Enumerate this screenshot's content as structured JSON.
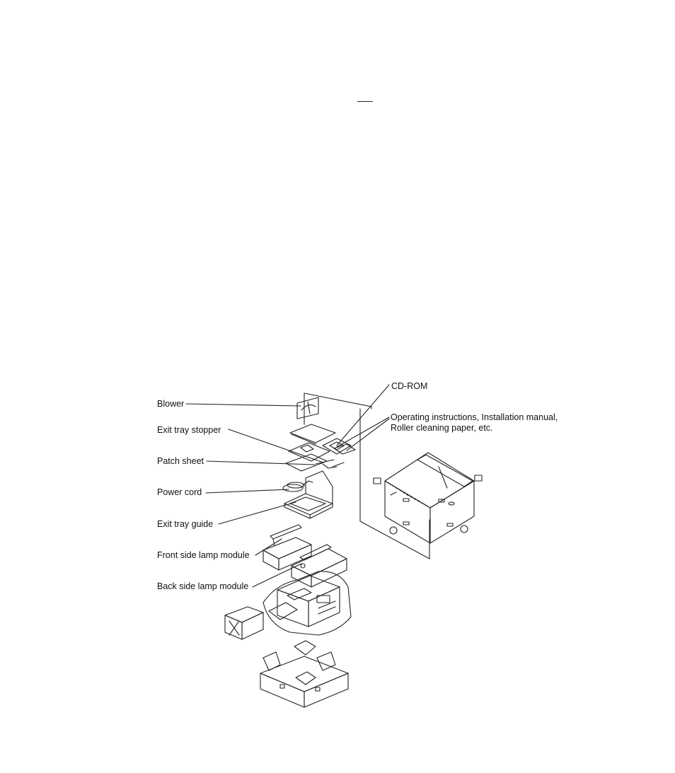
{
  "labels": {
    "cd_rom": "CD-ROM",
    "docs_line1": "Operating instructions, Installation manual,",
    "docs_line2": "Roller cleaning paper, etc.",
    "blower": "Blower",
    "exit_tray_stopper": "Exit tray stopper",
    "patch_sheet": "Patch sheet",
    "power_cord": "Power cord",
    "exit_tray_guide": "Exit tray guide",
    "front_side_lamp_module": "Front side lamp module",
    "back_side_lamp_module": "Back side lamp module"
  },
  "colors": {
    "ink": "#222222",
    "background": "#ffffff"
  }
}
